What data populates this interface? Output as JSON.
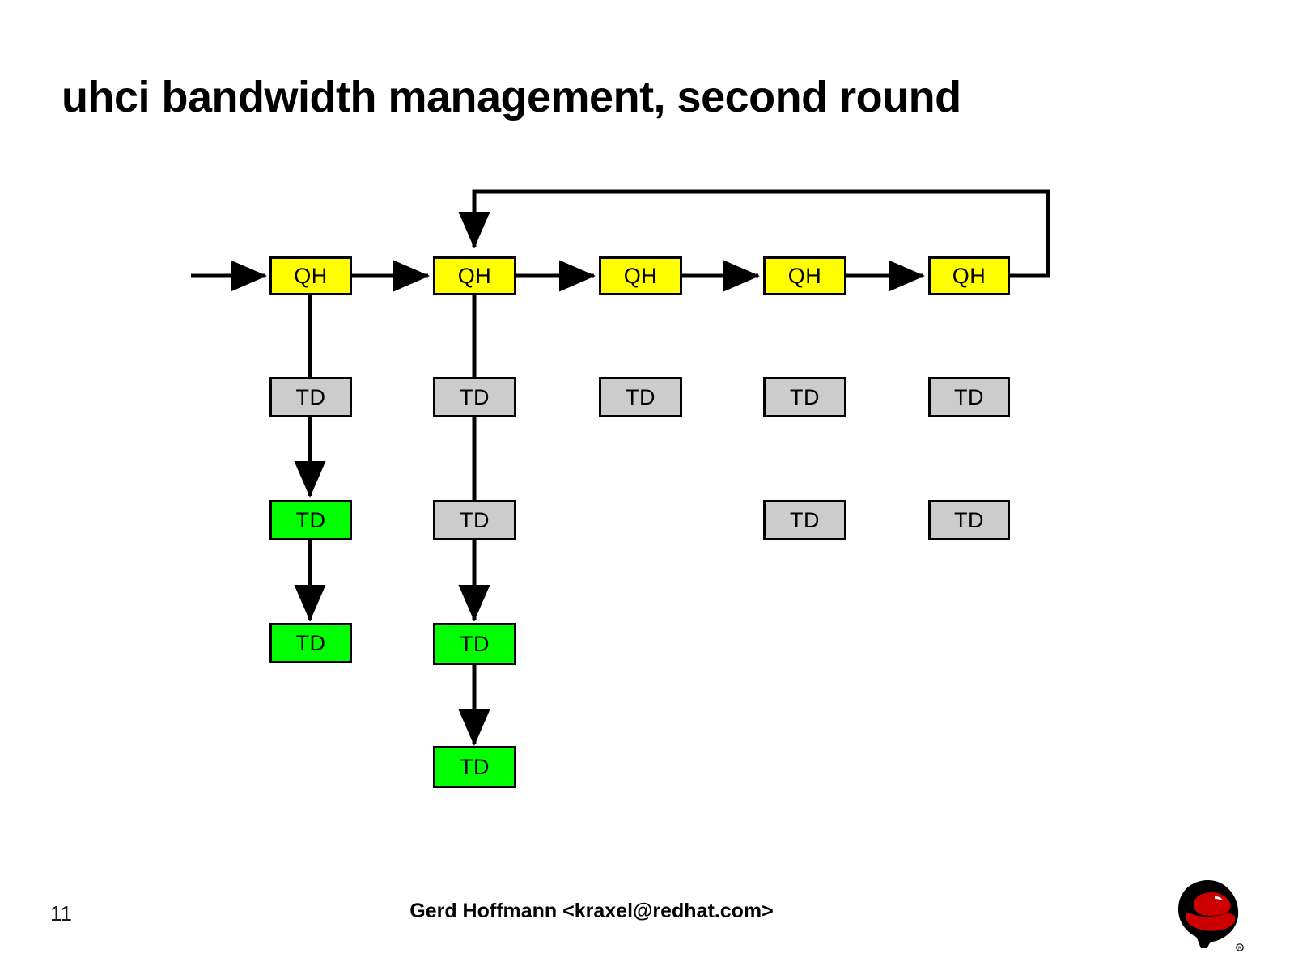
{
  "slide": {
    "title": "uhci bandwidth management, second round",
    "page_number": "11",
    "author": "Gerd Hoffmann <kraxel@redhat.com>"
  },
  "colors": {
    "qh_fill": "#FFFF00",
    "td_pending_fill": "#CCCCCC",
    "td_active_fill": "#00FF00",
    "stroke": "#000000",
    "background": "#FFFFFF",
    "logo_red": "#CC0000",
    "logo_black": "#000000"
  },
  "diagram": {
    "type": "schedule-linked-list",
    "description": "UHCI frame list schedule: a horizontal chain of five Queue Heads (QH) with the last QH looping back into the second QH, and a vertical chain of Transfer Descriptors (TD) hanging below each QH.",
    "qh_label": "QH",
    "td_label": "TD",
    "columns": [
      {
        "index": 1,
        "qh": {
          "label": "QH",
          "fill": "#FFFF00"
        },
        "tds": [
          {
            "label": "TD",
            "state": "pending",
            "fill": "#CCCCCC"
          },
          {
            "label": "TD",
            "state": "active",
            "fill": "#00FF00"
          },
          {
            "label": "TD",
            "state": "active",
            "fill": "#00FF00"
          }
        ]
      },
      {
        "index": 2,
        "qh": {
          "label": "QH",
          "fill": "#FFFF00"
        },
        "tds": [
          {
            "label": "TD",
            "state": "pending",
            "fill": "#CCCCCC"
          },
          {
            "label": "TD",
            "state": "pending",
            "fill": "#CCCCCC"
          },
          {
            "label": "TD",
            "state": "active",
            "fill": "#00FF00"
          },
          {
            "label": "TD",
            "state": "active",
            "fill": "#00FF00"
          }
        ]
      },
      {
        "index": 3,
        "qh": {
          "label": "QH",
          "fill": "#FFFF00"
        },
        "tds": [
          {
            "label": "TD",
            "state": "pending",
            "fill": "#CCCCCC"
          }
        ]
      },
      {
        "index": 4,
        "qh": {
          "label": "QH",
          "fill": "#FFFF00"
        },
        "tds": [
          {
            "label": "TD",
            "state": "pending",
            "fill": "#CCCCCC"
          },
          {
            "label": "TD",
            "state": "pending",
            "fill": "#CCCCCC"
          }
        ]
      },
      {
        "index": 5,
        "qh": {
          "label": "QH",
          "fill": "#FFFF00"
        },
        "tds": [
          {
            "label": "TD",
            "state": "pending",
            "fill": "#CCCCCC"
          },
          {
            "label": "TD",
            "state": "pending",
            "fill": "#CCCCCC"
          }
        ]
      }
    ],
    "connections": {
      "entry_arrow": "arrow entering first QH from the left",
      "qh_chain": "QH1 -> QH2 -> QH3 -> QH4 -> QH5",
      "loopback": "QH5 right side routes up and back left, then down with an arrow into QH2",
      "column1_vertical": "QH1 -> TD -> TD -> TD",
      "column2_vertical": "QH2 -> TD -> TD -> TD -> TD",
      "column3_vertical": "none",
      "column4_vertical": "none",
      "column5_vertical": "none"
    }
  },
  "icons": {
    "redhat_logo": "redhat-shadowman-icon"
  }
}
